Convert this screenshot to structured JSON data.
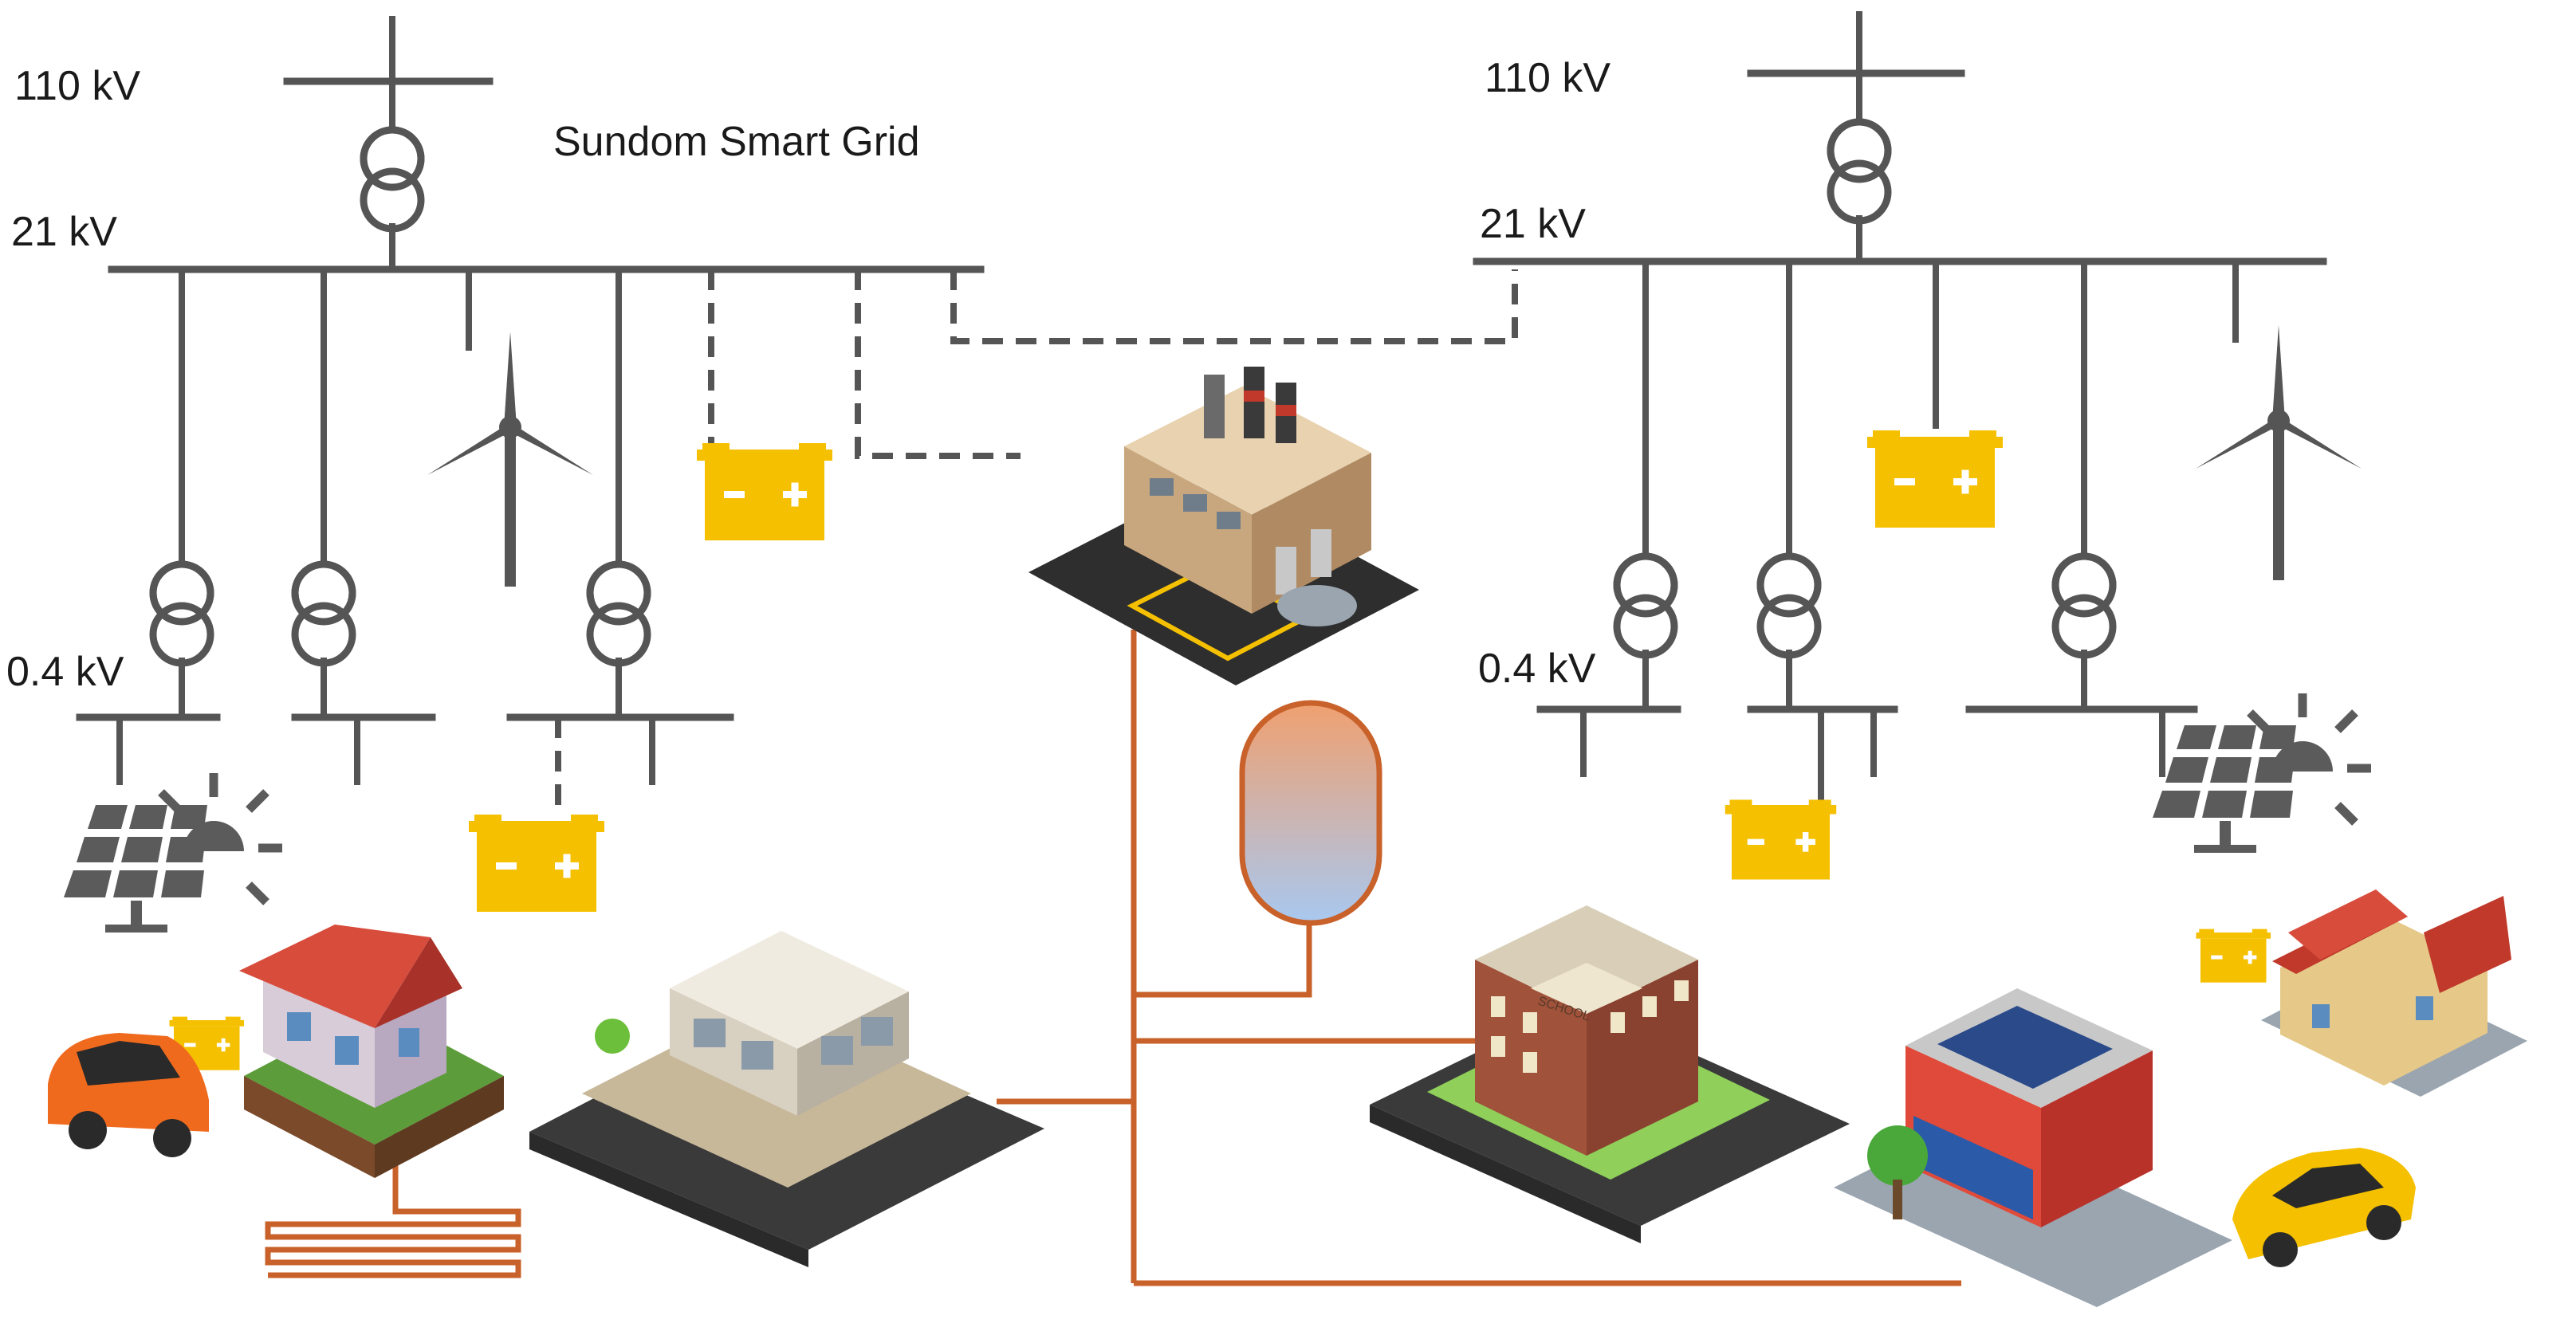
{
  "diagram": {
    "title": "Sundom Smart Grid",
    "left_network": {
      "hv_label": "110 kV",
      "mv_label": "21 kV",
      "lv_label": "0.4 kV"
    },
    "right_network": {
      "hv_label": "110 kV",
      "mv_label": "21 kV",
      "lv_label": "0.4 kV"
    },
    "battery_symbol": {
      "minus": "-",
      "plus": "+"
    },
    "school_sign": "SCHOOL",
    "colors": {
      "grid_line": "#555555",
      "heat_pipe": "#c8612a",
      "battery": "#f5c000",
      "storage_tank_top": "#f0a070",
      "storage_tank_bottom": "#a8c8f0"
    }
  }
}
